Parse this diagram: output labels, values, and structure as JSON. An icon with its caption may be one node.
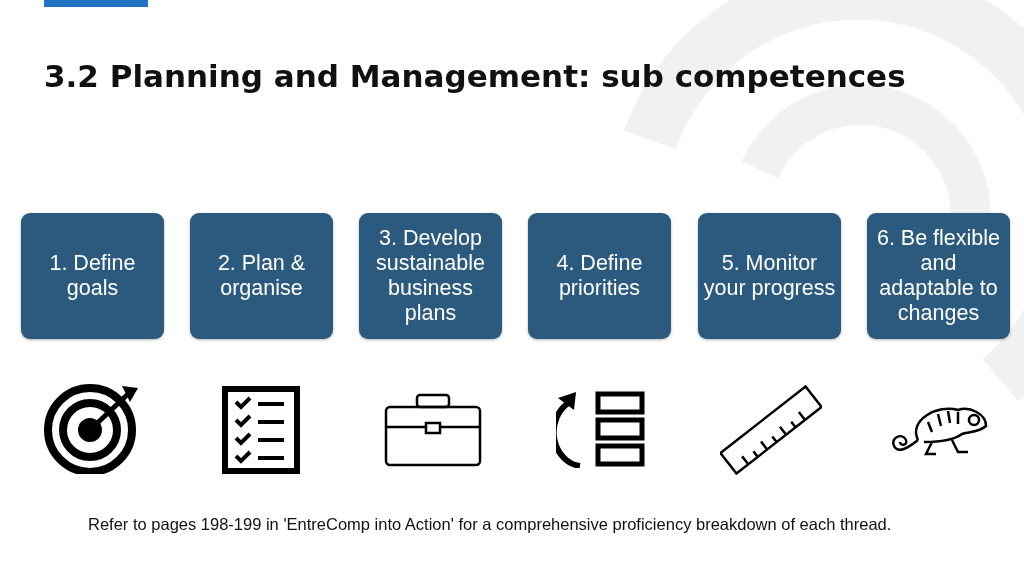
{
  "diagram": {
    "title": "3.2 Planning and Management: sub competences",
    "nodes": [
      {
        "text": [
          "1. Define goals"
        ]
      },
      {
        "text": [
          "2. Plan & organise"
        ]
      },
      {
        "text": [
          "3. Develop sustainable business plans"
        ]
      },
      {
        "text": [
          "4. Define priorities"
        ]
      },
      {
        "text": [
          "5. Monitor your progress"
        ]
      },
      {
        "text": [
          "6. Be flexible and adaptable to changes"
        ]
      }
    ],
    "labels": [
      "Refer to pages 198-199 in 'EntreComp into Action' for a comprehensive proficiency breakdown of each thread."
    ]
  }
}
